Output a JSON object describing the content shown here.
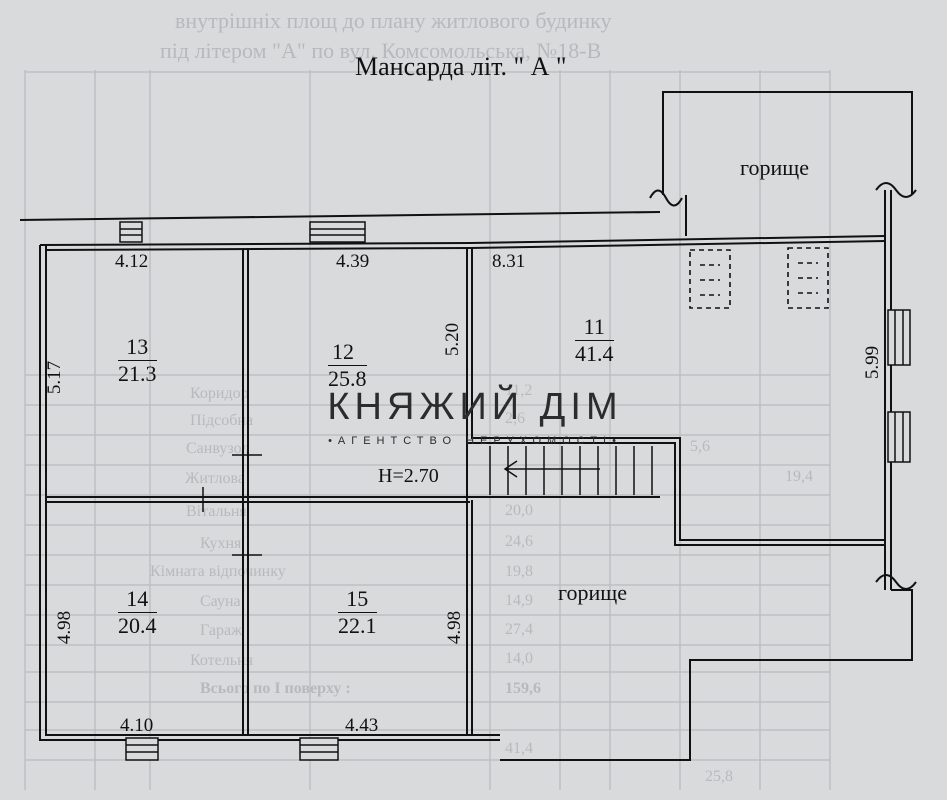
{
  "background_header": [
    "внутрішніх площ до плану житлового будинку",
    "під літером \"А\" по вул. Комсомольська, №18-В"
  ],
  "background_table_rows": [
    "Коридор",
    "Підсобна",
    "Санвузол",
    "Житлова",
    "Вітальня",
    "Кухня",
    "Кімната відпочинку",
    "Сауна",
    "Гараж",
    "Котельня",
    "Всього по I поверху :"
  ],
  "background_table_values": [
    "11,2",
    "2,6",
    "5,6",
    "19,4",
    "20,0",
    "24,6",
    "19,8",
    "14,9",
    "27,4",
    "14,0",
    "159,6",
    "41,4",
    "25,8"
  ],
  "title": "Мансарда літ. \" А \"",
  "rooms": [
    {
      "num": "13",
      "area": "21.3"
    },
    {
      "num": "12",
      "area": "25.8"
    },
    {
      "num": "11",
      "area": "41.4"
    },
    {
      "num": "14",
      "area": "20.4"
    },
    {
      "num": "15",
      "area": "22.1"
    }
  ],
  "attic_labels": [
    "горище",
    "горище"
  ],
  "dimensions": {
    "top_13": "4.12",
    "top_12": "4.39",
    "top_11": "8.31",
    "left_13": "5.17",
    "inner_12": "5.20",
    "right_11": "5.99",
    "left_14": "4.98",
    "right_15": "4.98",
    "bottom_14": "4.10",
    "bottom_15": "4.43"
  },
  "ceiling_height": "H=2.70",
  "watermark": {
    "name": "КНЯЖИЙ ДІМ",
    "tagline": "•АГЕНТСТВО НЕРУХОМОСТІ•",
    "color": "#2c2c2c"
  },
  "colors": {
    "paper": "#d9dadc",
    "ink": "#111111",
    "faded_table": "#b7b9bd"
  }
}
